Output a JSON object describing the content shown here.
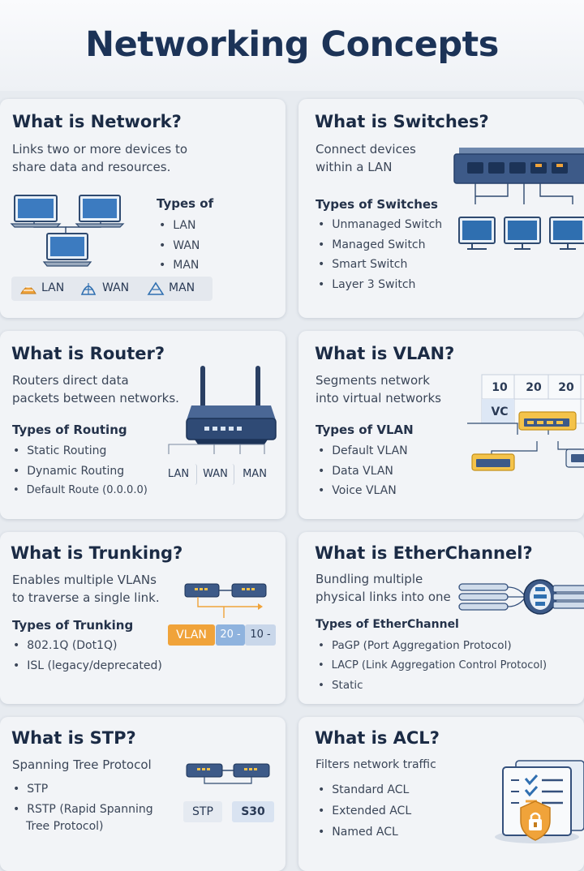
{
  "title": "Networking Concepts",
  "network": {
    "title": "What is Network?",
    "desc": [
      "Links two or more devices to",
      "share data and resources."
    ],
    "types_title": "Types of",
    "types": [
      "LAN",
      "WAN",
      "MAN"
    ],
    "legend": [
      "LAN",
      "WAN",
      "MAN"
    ]
  },
  "switches": {
    "title": "What is Switches?",
    "desc": [
      "Connect devices",
      "within a LAN"
    ],
    "types_title": "Types of Switches",
    "types": [
      "Unmanaged Switch",
      "Managed Switch",
      "Smart Switch",
      "Layer 3 Switch"
    ]
  },
  "router": {
    "title": "What is Router?",
    "desc": [
      "Routers direct data",
      "packets between networks."
    ],
    "types_title": "Types of Routing",
    "types": [
      "Static Routing",
      "Dynamic Routing",
      "Default Route (0.0.0.0)"
    ],
    "ports": [
      "LAN",
      "WAN",
      "MAN"
    ]
  },
  "vlan": {
    "title": "What is VLAN?",
    "desc": [
      "Segments network",
      "into virtual networks"
    ],
    "types_title": "Types of VLAN",
    "types": [
      "Default VLAN",
      "Data VLAN",
      "Voice VLAN"
    ],
    "grid": [
      "10",
      "20",
      "20",
      "VC"
    ]
  },
  "trunking": {
    "title": "What is Trunking?",
    "desc": [
      "Enables multiple VLANs",
      "to traverse a single link."
    ],
    "types_title": "Types of Trunking",
    "types": [
      "802.1Q (Dot1Q)",
      "ISL (legacy/deprecated)"
    ],
    "tags": [
      "VLAN",
      "20 -",
      "10 -"
    ]
  },
  "etherchannel": {
    "title": "What is EtherChannel?",
    "desc": [
      "Bundling multiple",
      "physical links into one"
    ],
    "types_title": "Types of EtherChannel",
    "types": [
      "PaGP (Port Aggregation Protocol)",
      "LACP (Link Aggregation Control Protocol)",
      "Static"
    ]
  },
  "stp": {
    "title": "What is STP?",
    "desc": [
      "Spanning Tree Protocol"
    ],
    "types": [
      "STP",
      "RSTP (Rapid Spanning",
      "Tree Protocol)"
    ],
    "tags": [
      "STP",
      "S30"
    ]
  },
  "acl": {
    "title": "What is ACL?",
    "desc": [
      "Filters network traffic"
    ],
    "types": [
      "Standard ACL",
      "Extended ACL",
      "Named ACL"
    ]
  },
  "colors": {
    "navy": "#1c3357",
    "monitor": "#2f6fb0",
    "switch": "#34507c",
    "orange": "#f0a33a",
    "yellow": "#f4c34a"
  }
}
